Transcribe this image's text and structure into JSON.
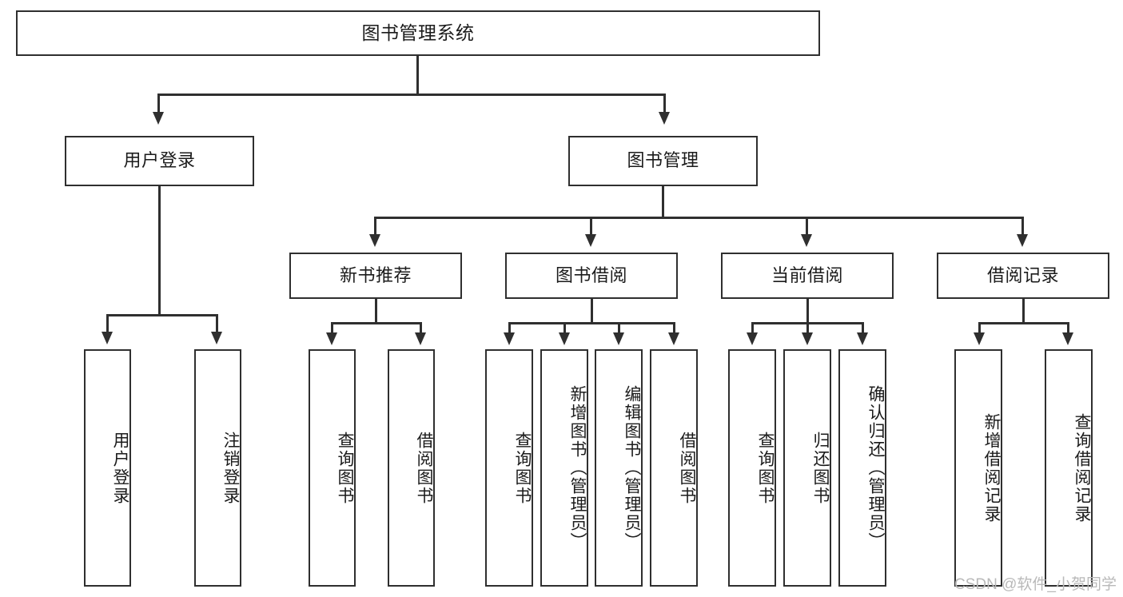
{
  "diagram": {
    "title": "图书管理系统",
    "type": "tree",
    "watermark": "CSDN @软件_小贺同学",
    "levels": {
      "root": "图书管理系统",
      "level2": [
        "用户登录",
        "图书管理"
      ],
      "level3": [
        "新书推荐",
        "图书借阅",
        "当前借阅",
        "借阅记录"
      ]
    }
  },
  "root": {
    "label": "图书管理系统"
  },
  "level2": [
    {
      "label": "用户登录"
    },
    {
      "label": "图书管理"
    }
  ],
  "level3": [
    {
      "label": "新书推荐"
    },
    {
      "label": "图书借阅"
    },
    {
      "label": "当前借阅"
    },
    {
      "label": "借阅记录"
    }
  ],
  "leaves": {
    "user_login": [
      {
        "label": "用户登录"
      },
      {
        "label": "注销登录"
      }
    ],
    "new_book": [
      {
        "label": "查询图书"
      },
      {
        "label": "借阅图书"
      }
    ],
    "book_borrow": [
      {
        "label": "查询图书"
      },
      {
        "label": "新增图书（管理员）"
      },
      {
        "label": "编辑图书（管理员）"
      },
      {
        "label": "借阅图书"
      }
    ],
    "current_borrow": [
      {
        "label": "查询图书"
      },
      {
        "label": "归还图书"
      },
      {
        "label": "确认归还（管理员）"
      }
    ],
    "borrow_record": [
      {
        "label": "新增借阅记录"
      },
      {
        "label": "查询借阅记录"
      }
    ]
  },
  "colors": {
    "stroke": "#2f2f2f",
    "fill": "#ffffff",
    "text": "#1b1b1b",
    "watermark": "#b9b9b9"
  }
}
